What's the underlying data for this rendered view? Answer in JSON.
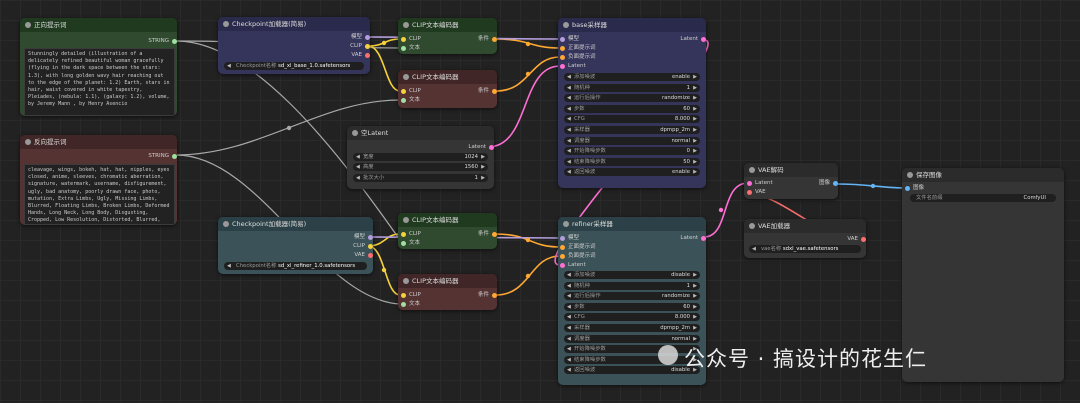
{
  "colors": {
    "clip": "#f6d13b",
    "model": "#b39ddb",
    "latent": "#ff6fd4",
    "vae": "#ff6e6e",
    "image": "#64b5f6",
    "string": "#9fdf9f",
    "conditioning": "#ffa834",
    "int": "#81d4e8"
  },
  "pos_prompt": {
    "title": "正向提示词",
    "out": "STRING",
    "text": "Stunningly detailed (illustration of a delicately refined beautiful woman gracefully (flying in the dark space between the stars: 1.3), with long golden wavy hair reaching out to the edge of the planet: 1.2) Earth, stars in hair, waist covered in white tapestry, Pleiades, (nebula: 1.1), (galaxy: 1.2), volume, by Jeremy Mann , by Henry Asencio"
  },
  "neg_prompt": {
    "title": "反向提示词",
    "out": "STRING",
    "text": "cleavage, wings, bokeh, hat, hat, nipples, eyes closed, anime, sleeves, chromatic aberration, signature, watermark, username, disfigurement, ugly, bad anatomy, poorly drawn face, photo, mutation, Extra Limbs, Ugly, Missing Limbs, Blurred, Floating Limbs, Broken Limbs, Deformed Hands, Long Neck, Long Body, Disgusting, Cropped, Low Resolution, Distorted, Blurred, Poorly Drawn, ..."
  },
  "ckpt_base": {
    "title": "Checkpoint加载器(简易)",
    "outs": [
      "模型",
      "CLIP",
      "VAE"
    ],
    "lbl": "Checkpoint名称",
    "val": "sd_xl_base_1.0.safetensors"
  },
  "ckpt_ref": {
    "title": "Checkpoint加载器(简易)",
    "outs": [
      "模型",
      "CLIP",
      "VAE"
    ],
    "lbl": "Checkpoint名称",
    "val": "sd_xl_refiner_1.0.safetensors"
  },
  "clip": {
    "title": "CLIP文本编码器",
    "in_clip": "CLIP",
    "in_text": "文本",
    "out": "条件"
  },
  "latent": {
    "title": "空Latent",
    "out": "Latent",
    "w_lbl": "宽度",
    "w": "1024",
    "h_lbl": "高度",
    "h": "1560",
    "b_lbl": "批次大小",
    "b": "1"
  },
  "base_sampler": {
    "title": "base采样器",
    "ins": [
      "模型",
      "正面提示词",
      "负面提示词",
      "Latent"
    ],
    "out": "Latent",
    "widgets": [
      [
        "添加噪波",
        "enable"
      ],
      [
        "随机种",
        "1"
      ],
      [
        "运行后操作",
        "randomize"
      ],
      [
        "步数",
        "60"
      ],
      [
        "CFG",
        "8.000"
      ],
      [
        "采样器",
        "dpmpp_2m"
      ],
      [
        "调度器",
        "normal"
      ],
      [
        "开始降噪步数",
        "0"
      ],
      [
        "结束降噪步数",
        "50"
      ],
      [
        "返回噪波",
        "enable"
      ]
    ]
  },
  "ref_sampler": {
    "title": "refiner采样器",
    "ins": [
      "模型",
      "正面提示词",
      "负面提示词",
      "Latent"
    ],
    "out": "Latent",
    "widgets": [
      [
        "添加噪波",
        "disable"
      ],
      [
        "随机种",
        "1"
      ],
      [
        "运行后操作",
        "randomize"
      ],
      [
        "步数",
        "60"
      ],
      [
        "CFG",
        "8.000"
      ],
      [
        "采样器",
        "dpmpp_2m"
      ],
      [
        "调度器",
        "normal"
      ],
      [
        "开始降噪步数",
        ""
      ],
      [
        "结束降噪步数",
        ""
      ],
      [
        "返回噪波",
        "disable"
      ]
    ]
  },
  "vae_decode": {
    "title": "VAE解码",
    "in_latent": "Latent",
    "in_vae": "VAE",
    "out": "图像"
  },
  "vae_loader": {
    "title": "VAE加载器",
    "out": "VAE",
    "lbl": "vae名称",
    "val": "sdxl_vae.safetensors"
  },
  "save": {
    "title": "保存图像",
    "in": "图像",
    "lbl": "文件名前缀",
    "val": "ComfyUI"
  },
  "watermark": "公众号 · 搞设计的花生仁"
}
